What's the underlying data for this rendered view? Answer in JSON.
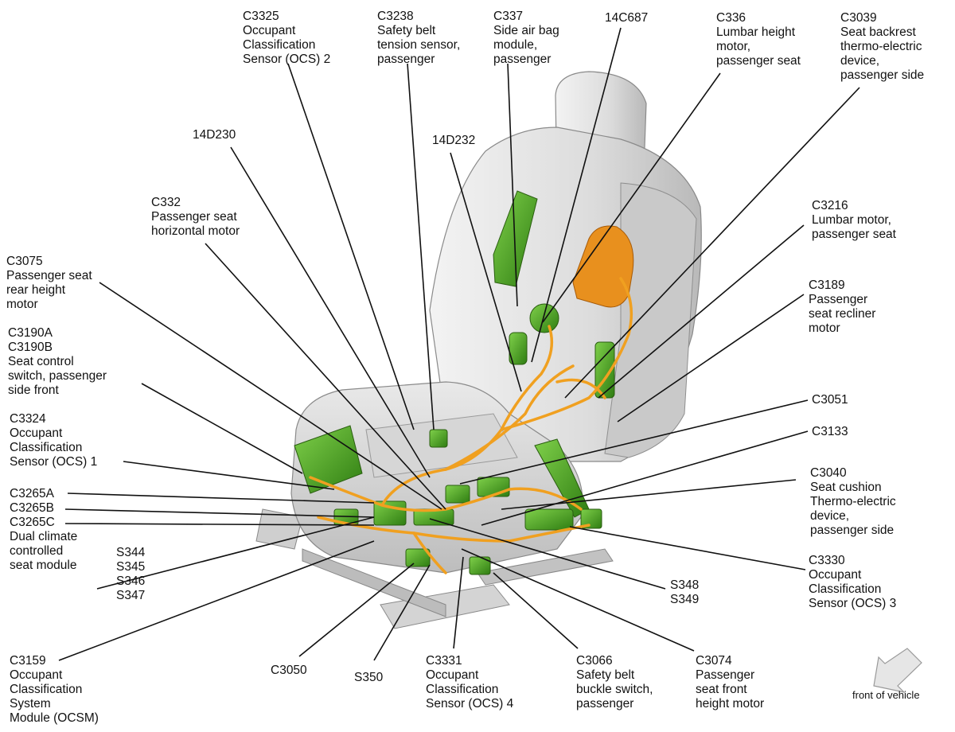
{
  "labels": {
    "c3325": [
      "C3325",
      "Occupant",
      "Classification",
      "Sensor (OCS) 2"
    ],
    "c3238": [
      "C3238",
      "Safety belt",
      "tension sensor,",
      "passenger"
    ],
    "c337": [
      "C337",
      "Side air bag",
      "module,",
      "passenger"
    ],
    "n14c687": [
      "14C687"
    ],
    "c336": [
      "C336",
      "Lumbar height",
      "motor,",
      "passenger seat"
    ],
    "c3039": [
      "C3039",
      "Seat backrest",
      "thermo-electric",
      "device,",
      "passenger side"
    ],
    "n14d230": [
      "14D230"
    ],
    "n14d232": [
      "14D232"
    ],
    "c332": [
      "C332",
      "Passenger seat",
      "horizontal motor"
    ],
    "c3216": [
      "C3216",
      "Lumbar motor,",
      "passenger seat"
    ],
    "c3075": [
      "C3075",
      "Passenger seat",
      "rear height",
      "motor"
    ],
    "c3189": [
      "C3189",
      "Passenger",
      "seat recliner",
      "motor"
    ],
    "c3190": [
      "C3190A",
      "C3190B",
      "Seat control",
      "switch, passenger",
      "side front"
    ],
    "c3051": [
      "C3051"
    ],
    "c3324": [
      "C3324",
      "Occupant",
      "Classification",
      "Sensor (OCS) 1"
    ],
    "c3133": [
      "C3133"
    ],
    "c3265": [
      "C3265A",
      "C3265B",
      "C3265C",
      "Dual climate",
      "controlled",
      "seat module"
    ],
    "c3040": [
      "C3040",
      "Seat cushion",
      "Thermo-electric",
      "device,",
      "passenger side"
    ],
    "s344": [
      "S344",
      "S345",
      "S346",
      "S347"
    ],
    "c3330": [
      "C3330",
      "Occupant",
      "Classification",
      "Sensor (OCS) 3"
    ],
    "s348": [
      "S348",
      "S349"
    ],
    "c3159": [
      "C3159",
      "Occupant",
      "Classification",
      "System",
      "Module (OCSM)"
    ],
    "c3050": [
      "C3050"
    ],
    "s350": [
      "S350"
    ],
    "c3331": [
      "C3331",
      "Occupant",
      "Classification",
      "Sensor (OCS) 4"
    ],
    "c3066": [
      "C3066",
      "Safety belt",
      "buckle switch,",
      "passenger"
    ],
    "c3074": [
      "C3074",
      "Passenger",
      "seat front",
      "height motor"
    ],
    "front_of_vehicle": [
      "front of vehicle"
    ]
  },
  "colors": {
    "component_green": "#3f9a1e",
    "harness_orange": "#f0a020",
    "motor_orange": "#e8901e",
    "seat_gray": "#dcdcdc",
    "leader": "#111111"
  }
}
